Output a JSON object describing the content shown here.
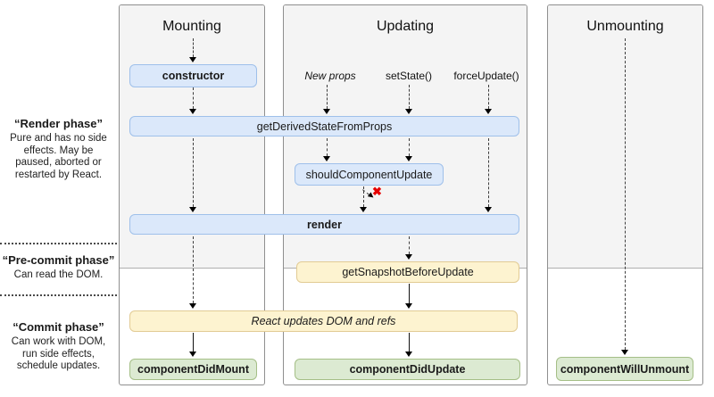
{
  "sidebar": {
    "phases": [
      {
        "title": "“Render phase”",
        "lines": [
          "Pure and has no side",
          "effects. May be",
          "paused, aborted or",
          "restarted by React."
        ]
      },
      {
        "title": "“Pre-commit phase”",
        "lines": [
          "Can read the DOM."
        ]
      },
      {
        "title": "“Commit phase”",
        "lines": [
          "Can work with DOM,",
          "run side effects,",
          "schedule updates."
        ]
      }
    ]
  },
  "columns": {
    "mounting": {
      "title": "Mounting"
    },
    "updating": {
      "title": "Updating",
      "triggers": [
        "New props",
        "setState()",
        "forceUpdate()"
      ]
    },
    "unmounting": {
      "title": "Unmounting"
    }
  },
  "methods": {
    "constructor": "constructor",
    "getDerivedStateFromProps": "getDerivedStateFromProps",
    "shouldComponentUpdate": "shouldComponentUpdate",
    "render": "render",
    "getSnapshotBeforeUpdate": "getSnapshotBeforeUpdate",
    "reactUpdates": "React updates DOM and refs",
    "componentDidMount": "componentDidMount",
    "componentDidUpdate": "componentDidUpdate",
    "componentWillUnmount": "componentWillUnmount"
  },
  "icons": {
    "stop_x": "✖"
  },
  "colors": {
    "box_blue_bg": "#dbe8fa",
    "box_blue_border": "#9fc0ea",
    "box_yellow_bg": "#fdf3d0",
    "box_yellow_border": "#e2cb94",
    "box_green_bg": "#dcead2",
    "box_green_border": "#a5bf87",
    "panel_gray": "#f4f4f4",
    "panel_border": "#8f8f8f",
    "stop_red": "#e60000"
  }
}
